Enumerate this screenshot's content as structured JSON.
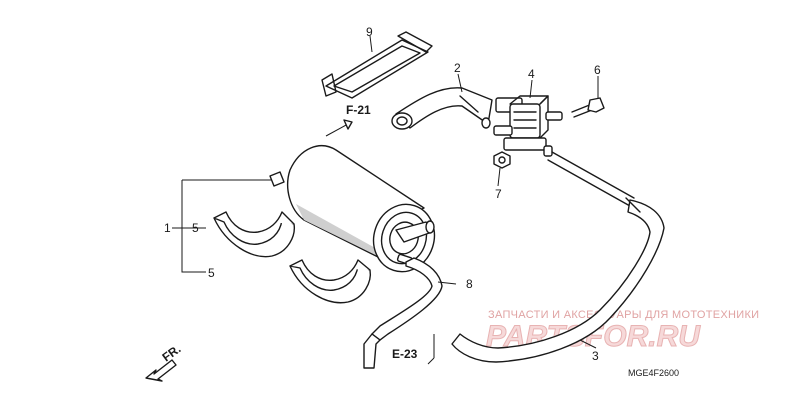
{
  "diagram": {
    "callouts": {
      "c1": "1",
      "c2": "2",
      "c3": "3",
      "c4": "4",
      "c5a": "5",
      "c5b": "5",
      "c6": "6",
      "c7": "7",
      "c8": "8",
      "c9": "9"
    },
    "references": {
      "f21": "F-21",
      "e23": "E-23"
    },
    "direction_label": "FR.",
    "drawing_code": "MGE4F2600"
  },
  "watermark": {
    "tagline": "ЗАПЧАСТИ И АКСЕССУАРЫ ДЛЯ МОТОТЕХНИКИ",
    "site": "PARTSFOR.RU"
  }
}
